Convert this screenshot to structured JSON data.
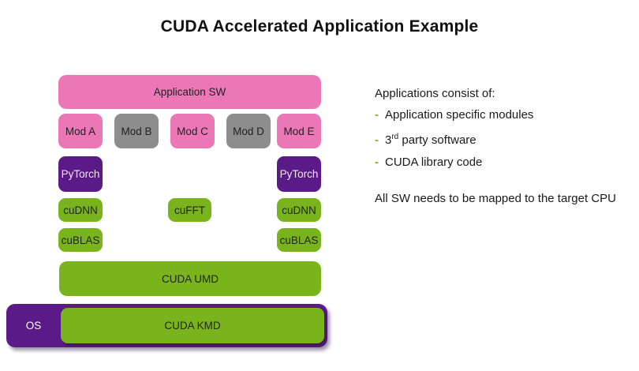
{
  "title": "CUDA Accelerated Application Example",
  "colors": {
    "pink": "#ec77b7",
    "gray": "#8d8d8d",
    "green": "#7ab41c",
    "purple": "#5a1a87",
    "text_dark": "#1a1a1a",
    "text_light": "#f2e9f7"
  },
  "diagram": {
    "application_sw": "Application SW",
    "modules": [
      {
        "label": "Mod A",
        "color": "pink"
      },
      {
        "label": "Mod B",
        "color": "gray"
      },
      {
        "label": "Mod C",
        "color": "pink"
      },
      {
        "label": "Mod D",
        "color": "gray"
      },
      {
        "label": "Mod E",
        "color": "pink"
      }
    ],
    "left_stack": {
      "pytorch": "PyTorch",
      "cudnn": "cuDNN",
      "cublas": "cuBLAS"
    },
    "center": {
      "cufft": "cuFFT"
    },
    "right_stack": {
      "pytorch": "PyTorch",
      "cudnn": "cuDNN",
      "cublas": "cuBLAS"
    },
    "cuda_umd": "CUDA UMD",
    "os": "OS",
    "cuda_kmd": "CUDA KMD"
  },
  "notes": {
    "heading": "Applications consist of:",
    "bullets": [
      {
        "dash": "-",
        "text": "Application specific modules"
      },
      {
        "dash": "-",
        "pre": "3",
        "sup": "rd",
        "rest": " party software"
      },
      {
        "dash": "-",
        "text": "CUDA library code"
      }
    ],
    "footer": "All SW needs to be mapped to the target CPU"
  }
}
